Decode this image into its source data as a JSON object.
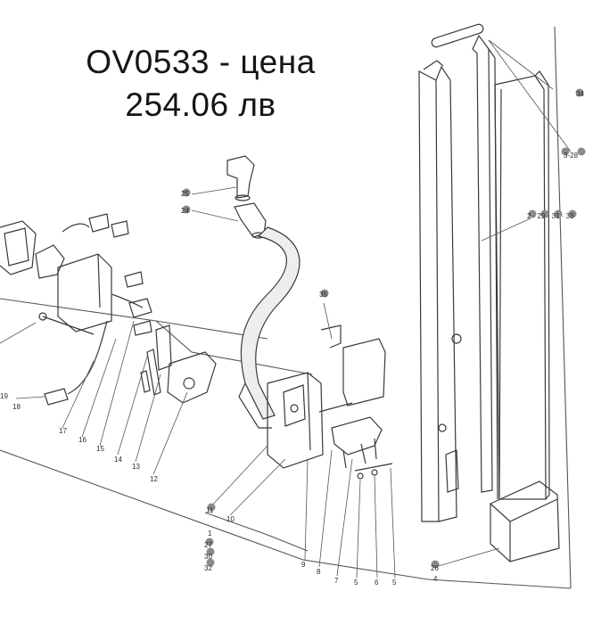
{
  "title": {
    "line1": "OV0533 - цена",
    "line2": "254.06 лв"
  },
  "part_labels": {
    "p34": "34",
    "p3_28": "3-28",
    "p2_29_31_33": "2 · 29 · 31 · 33",
    "p25": "25",
    "p24": "24",
    "p35": "35",
    "p19": "19",
    "p18": "18",
    "p17": "17",
    "p16": "16",
    "p15": "15",
    "p14": "14",
    "p13": "13",
    "p12": "12",
    "p11": "11",
    "p10": "10",
    "p1": "1",
    "p27": "27",
    "p30": "30",
    "p32": "32",
    "p9": "9",
    "p8": "8",
    "p7": "7",
    "p5a": "5",
    "p6": "6",
    "p5b": "5",
    "p26": "26",
    "p4": "4"
  }
}
